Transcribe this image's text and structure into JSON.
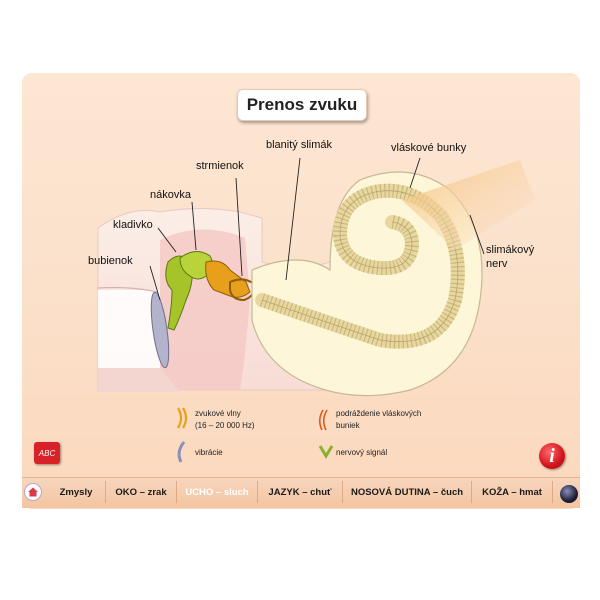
{
  "title": "Prenos zvuku",
  "labels": {
    "bubienok": "bubienok",
    "kladivko": "kladivko",
    "nakovka": "nákovka",
    "strmienok": "strmienok",
    "blanity_slimak": "blanitý slimák",
    "vlaskove_bunky": "vláskové bunky",
    "slimakovy_nerv_1": "slimákový",
    "slimakovy_nerv_2": "nerv"
  },
  "legend": {
    "zvukove_vlny_1": "zvukové vlny",
    "zvukove_vlny_2": "(16 – 20 000 Hz)",
    "vibracie": "vibrácie",
    "podrazdenie_1": "podráždenie vláskových",
    "podrazdenie_2": "buniek",
    "nervovy_signal": "nervový signál"
  },
  "nav": {
    "items": [
      {
        "label": "Zmysly",
        "active": false
      },
      {
        "label": "OKO – zrak",
        "active": false
      },
      {
        "label": "UCHO – sluch",
        "active": true
      },
      {
        "label": "JAZYK – chuť",
        "active": false
      },
      {
        "label": "NOSOVÁ DUTINA – čuch",
        "active": false
      },
      {
        "label": "KOŽA – hmat",
        "active": false
      }
    ]
  },
  "buttons": {
    "abc_label": "ABC",
    "info_label": "i"
  },
  "colors": {
    "panel": "#fbe2cd",
    "cochlea": "#fdf6d8",
    "ossicles": "#a6c42a",
    "stapes": "#e8a01c",
    "nerve": "#f2b05a",
    "accent": "#d82128"
  },
  "icons": [
    "home-icon",
    "globe-icon",
    "abc-icon",
    "info-icon"
  ]
}
